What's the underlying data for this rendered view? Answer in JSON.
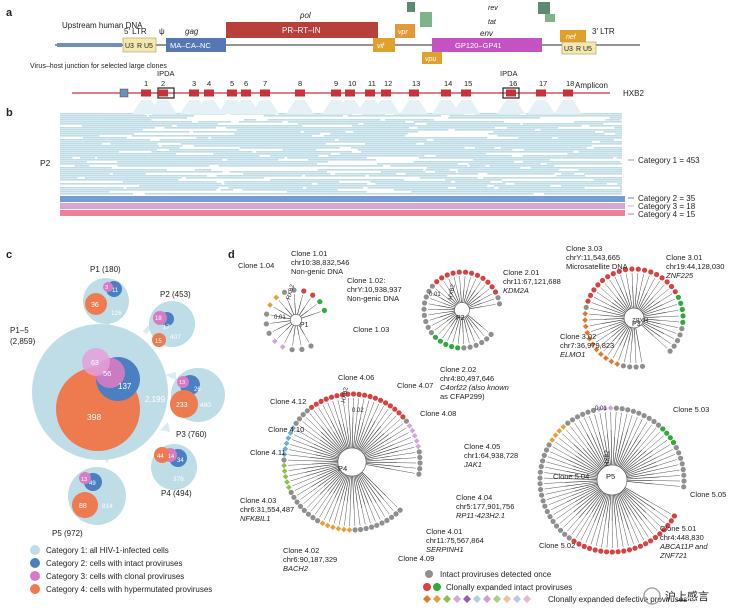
{
  "panel_labels": {
    "a": "a",
    "b": "b",
    "c": "c",
    "d": "d"
  },
  "panel_a": {
    "genome_labels": {
      "upstream": "Upstream human DNA",
      "ltr5": "5′ LTR",
      "psi": "ψ",
      "ltr3": "3′ LTR",
      "u3": "U3",
      "r": "R",
      "u5": "U5",
      "gag": "gag",
      "gag_box": "MA–CA–NC",
      "pol": "pol",
      "pol_box": "PR–RT–IN",
      "vif": "vif",
      "vpr": "vpr",
      "vpu": "vpu",
      "tat": "tat",
      "rev": "rev",
      "env": "env",
      "env_box": "GP120–GP41",
      "nef": "nef"
    },
    "junction_label": "Virus–host junction for selected large clones",
    "ipda1": "IPDA",
    "ipda2": "IPDA",
    "amplicon": "Amplicon",
    "hxb2": "HXB2",
    "amplicons": [
      "1",
      "2",
      "3",
      "4",
      "5",
      "6",
      "7",
      "8",
      "9",
      "10",
      "11",
      "12",
      "13",
      "14",
      "15",
      "16",
      "17",
      "18"
    ]
  },
  "panel_b": {
    "participant": "P2",
    "categories": [
      {
        "label": "Category 1 = 453",
        "color": "#bfdde6"
      },
      {
        "label": "Category 2 = 35",
        "color": "#5b8ccc"
      },
      {
        "label": "Category 3 = 18",
        "color": "#e69ac8"
      },
      {
        "label": "Category 4 = 15",
        "color": "#e96b86"
      }
    ]
  },
  "panel_c": {
    "participants": [
      {
        "name": "P1 (180)",
        "c1": "126",
        "c2": "11",
        "c3": "3",
        "c4": "36"
      },
      {
        "name": "P2 (453)",
        "c1": "407",
        "c2": "17",
        "c3": "18",
        "c4": "15"
      },
      {
        "name": "P3 (760)",
        "c1": "480",
        "c2": "26",
        "c3": "13",
        "c4": "233"
      },
      {
        "name": "P4 (494)",
        "c1": "376",
        "c2": "34",
        "c3": "14",
        "c4": "44"
      },
      {
        "name": "P5 (972)",
        "c1": "814",
        "c2": "49",
        "c3": "13",
        "c4": "88"
      }
    ],
    "total": {
      "name": "P1–5",
      "count": "(2,859)",
      "c1": "2,199",
      "c2": "137",
      "c3": "56",
      "c3b": "63",
      "c4": "398"
    },
    "legend": [
      {
        "label": "Category 1: all HIV-1-infected cells",
        "color": "#bfdde6"
      },
      {
        "label": "Category 2: cells with intact proviruses",
        "color": "#4a7fc1"
      },
      {
        "label": "Category 3: cells with clonal proviruses",
        "color": "#d77bc4"
      },
      {
        "label": "Category 4: cells with hypermutated proviruses",
        "color": "#ee7a4f"
      }
    ]
  },
  "panel_d": {
    "p1": {
      "name": "P1",
      "hxb2": "HXB2",
      "scale": "0.01",
      "clone104": "Clone 1.04",
      "clone101": [
        "Clone 1.01",
        "chr10:38,832,546",
        "Non-genic DNA"
      ],
      "clone102": [
        "Clone 1.02:",
        "chrY:10,938,937",
        "Non-genic DNA"
      ],
      "clone103": "Clone 1.03"
    },
    "p2": {
      "name": "P2",
      "hxb2": "HXB2",
      "scale": "0.01",
      "clone201": [
        "Clone 2.01",
        "chr11:67,121,688",
        "KDM2A"
      ],
      "clone202": [
        "Clone 2.02",
        "chr4:80,497,646",
        "C4orf22 (also known",
        "as CFAP299)"
      ]
    },
    "p3": {
      "name": "P3",
      "hxb2": "HXB2",
      "clone303": [
        "Clone 3.03",
        "chrY:11,543,665",
        "Microsatellite DNA"
      ],
      "clone301": [
        "Clone 3.01",
        "chr19:44,128,030",
        "ZNF225"
      ],
      "clone302": [
        "Clone 3.02",
        "chr7:36,979,823",
        "ELMO1"
      ]
    },
    "p4": {
      "name": "P4",
      "hxb2": "HXB2",
      "scale": "0.02",
      "clone406": "Clone 4.06",
      "clone407": "Clone 4.07",
      "clone408": "Clone 4.08",
      "clone412": "Clone 4.12",
      "clone410": "Clone 4.10",
      "clone411": "Clone 4.11",
      "clone405": [
        "Clone 4.05",
        "chr1:64,938,728",
        "JAK1"
      ],
      "clone404": [
        "Clone 4.04",
        "chr5:177,901,756",
        "RP11-423H2.1"
      ],
      "clone401": [
        "Clone 4.01",
        "chr11:75,567,864",
        "SERPINH1"
      ],
      "clone403": [
        "Clone 4.03",
        "chr6:31,554,487",
        "NFKBIL1"
      ],
      "clone402": [
        "Clone 4.02",
        "chr6:90,187,329",
        "BACH2"
      ],
      "clone409": "Clone 4.09"
    },
    "p5": {
      "name": "P5",
      "hxb2": "HXB2",
      "scale": "0.01",
      "clone503": "Clone 5.03",
      "clone504": "Clone 5.04",
      "clone505": "Clone 5.05",
      "clone502": "Clone 5.02",
      "clone501": [
        "Clone 5.01",
        "chr4:448,830",
        "ABCA11P and",
        "ZNF721"
      ]
    },
    "legend": [
      "Intact proviruses detected once",
      "Clonally expanded intact proviruses",
      "Clonally expanded defective proviruses"
    ]
  },
  "watermark": "沪上感言"
}
